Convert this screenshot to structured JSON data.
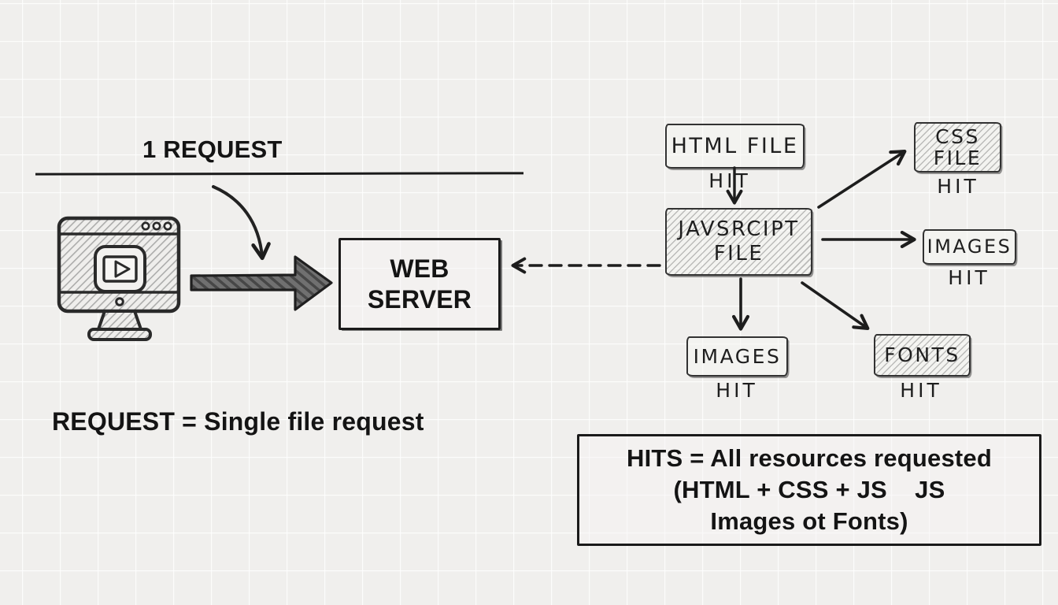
{
  "colors": {
    "paper": "#f0efed",
    "ink": "#1c1c1c",
    "pencil_fill": "#6e6e6e"
  },
  "left": {
    "title": "1 REQUEST",
    "caption": "REQUEST = Single file request",
    "client_icon": "computer-video-player-icon",
    "server": {
      "line1": "WEB",
      "line2": "SERVER"
    }
  },
  "flow": {
    "html_file": {
      "label": "HTML FILE",
      "hit": "HIT"
    },
    "javascript_file": {
      "line1": "JAVSRCIPT",
      "line2": "FILE"
    },
    "css_file": {
      "line1": "CSS",
      "line2": "FILE",
      "hit": "HIT"
    },
    "images_right": {
      "label": "IMAGES",
      "hit": "HIT"
    },
    "images_bottom": {
      "label": "IMAGES",
      "hit": "HIT"
    },
    "fonts": {
      "label": "FONTS",
      "hit": "HIT"
    }
  },
  "hits_note": {
    "line1": "HITS = All resources requested",
    "line2": "(HTML + CSS + JS    JS",
    "line3": "Images ot Fonts)"
  }
}
